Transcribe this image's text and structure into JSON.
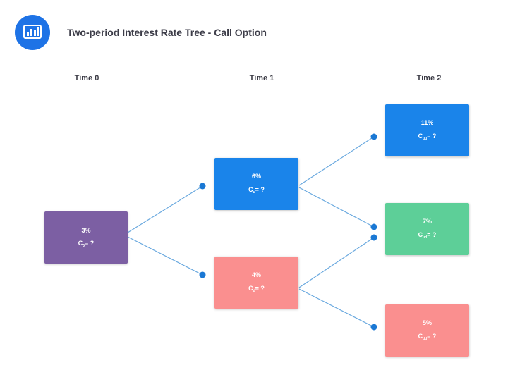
{
  "header": {
    "title": "Two-period Interest Rate Tree - Call Option",
    "logo_icon": "bar-chart-icon"
  },
  "time_labels": [
    "Time 0",
    "Time 1",
    "Time 2"
  ],
  "colors": {
    "accent": "#1e73e6",
    "edge": "#6aa9df",
    "dot": "#1a78d4",
    "purple": "#7c5fa3",
    "blue": "#1a84ea",
    "pink": "#fa8f8f",
    "green": "#5dcf98"
  },
  "nodes": {
    "root": {
      "rate": "3%",
      "prefix": "C",
      "sub": "0",
      "suffix": "= ?"
    },
    "up": {
      "rate": "6%",
      "prefix": "C",
      "sub": "u",
      "suffix": "= ?"
    },
    "down": {
      "rate": "4%",
      "prefix": "C",
      "sub": "d",
      "suffix": "= ?"
    },
    "uu": {
      "rate": "11%",
      "prefix": "C",
      "sub": "uu",
      "suffix": "= ?"
    },
    "ud": {
      "rate": "7%",
      "prefix": "C",
      "sub": "ud",
      "suffix": "= ?"
    },
    "dd": {
      "rate": "5%",
      "prefix": "C",
      "sub": "dd",
      "suffix": "= ?"
    }
  }
}
